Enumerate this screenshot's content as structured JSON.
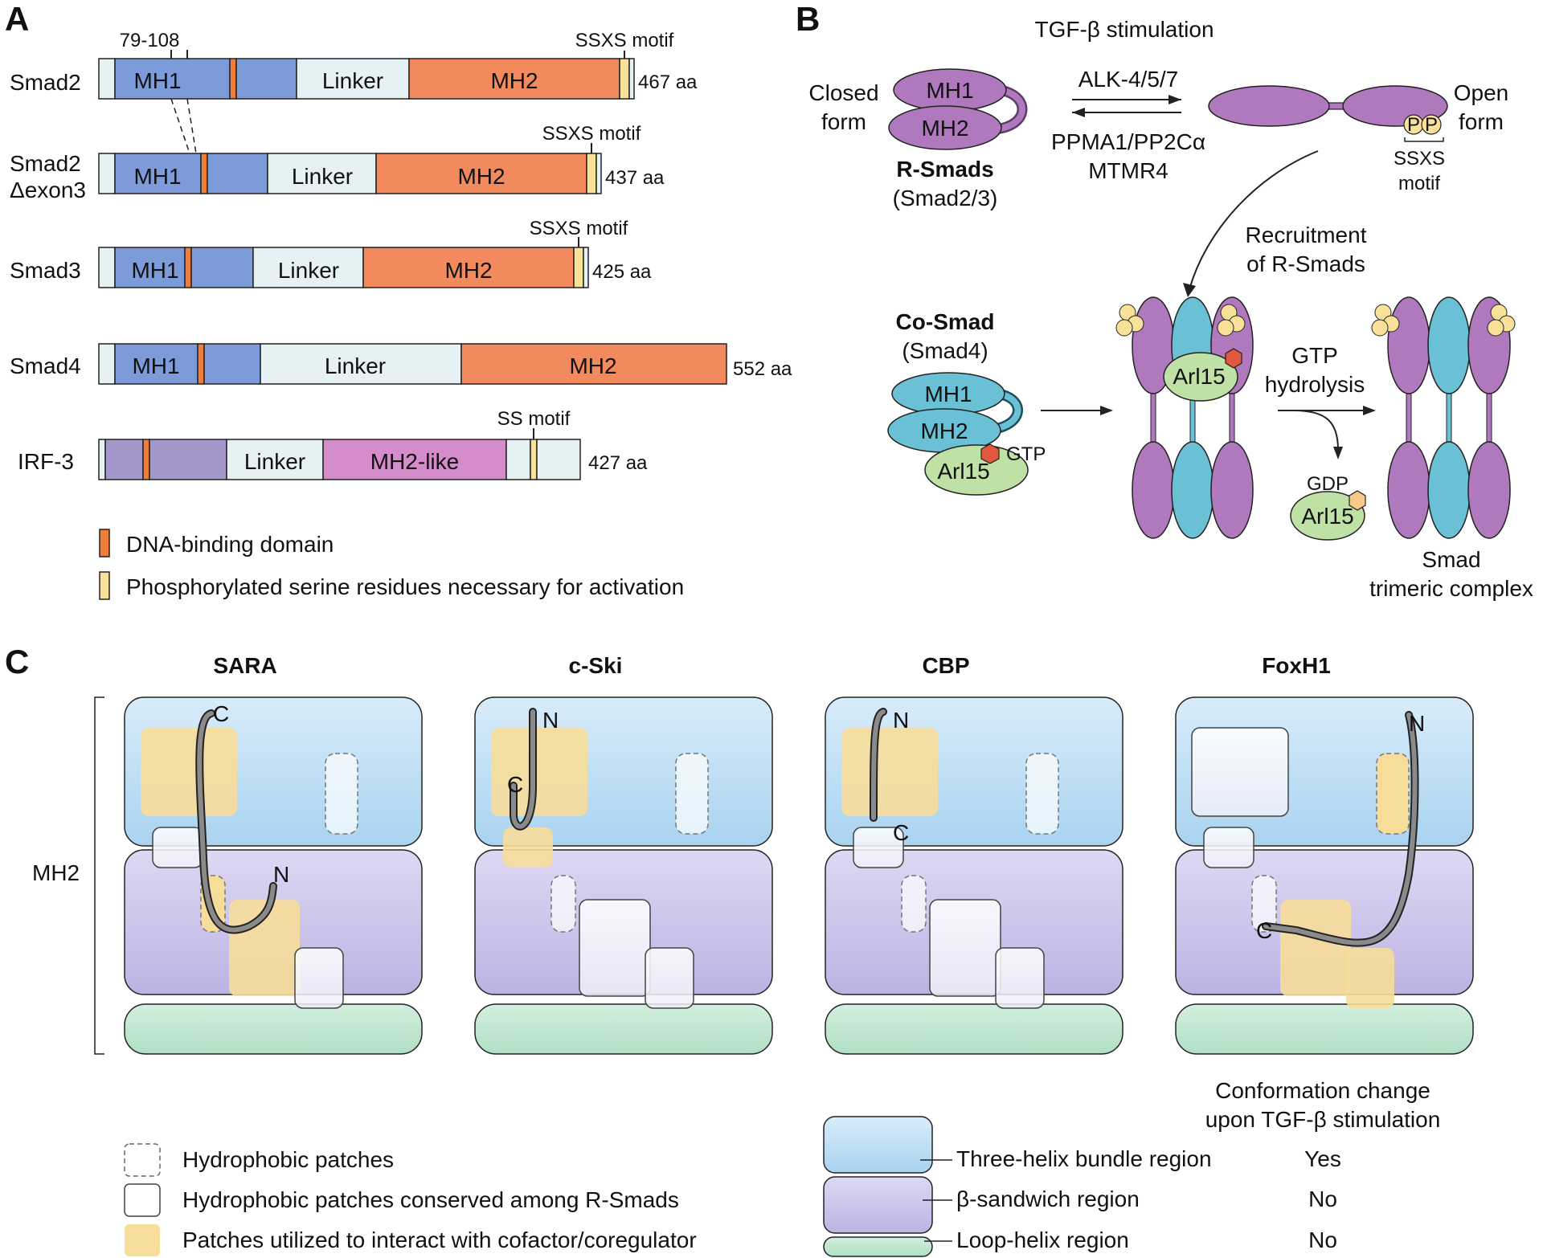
{
  "panels": {
    "a": "A",
    "b": "B",
    "c": "C"
  },
  "colors": {
    "mh1": "#7d9bd8",
    "linker": "#e6f1f4",
    "mh2": "#f28a5e",
    "dna": "#ef7d37",
    "serine": "#f9e19a",
    "irf_domain": "#a396cb",
    "mh2_like": "#d48ccb",
    "r_smad": "#b079bd",
    "co_smad": "#6ac1d5",
    "arl15": "#bfe1a6",
    "gtp": "#e2583f",
    "bundle": "#bfe0f6",
    "sandwich": "#cdc6eb",
    "loop": "#bfe5cf",
    "patch": "#f7dd9a"
  },
  "panel_a": {
    "proteins": [
      {
        "name": "Smad2",
        "length": "467 aa",
        "motif": "SSXS motif",
        "domains": {
          "mh1": "MH1",
          "linker": "Linker",
          "mh2": "MH2"
        }
      },
      {
        "name": "Smad2",
        "name2": "Δexon3",
        "length": "437 aa",
        "motif": "SSXS motif",
        "domains": {
          "mh1": "MH1",
          "linker": "Linker",
          "mh2": "MH2"
        }
      },
      {
        "name": "Smad3",
        "length": "425 aa",
        "motif": "SSXS motif",
        "domains": {
          "mh1": "MH1",
          "linker": "Linker",
          "mh2": "MH2"
        }
      },
      {
        "name": "Smad4",
        "length": "552 aa",
        "domains": {
          "mh1": "MH1",
          "linker": "Linker",
          "mh2": "MH2"
        }
      },
      {
        "name": "IRF-3",
        "length": "427 aa",
        "motif": "SS motif",
        "domains": {
          "linker": "Linker",
          "mh2": "MH2-like"
        }
      }
    ],
    "exon_range": "79-108",
    "legend": [
      {
        "label": "DNA-binding domain",
        "color_key": "dna"
      },
      {
        "label": "Phosphorylated serine residues necessary for activation",
        "color_key": "serine"
      }
    ]
  },
  "panel_b": {
    "stimulation": "TGF-β stimulation",
    "forward": "ALK-4/5/7",
    "reverse1": "PPMA1/PP2Cα",
    "reverse2": "MTMR4",
    "closed_form": [
      "Closed",
      "form"
    ],
    "open_form": [
      "Open",
      "form"
    ],
    "r_smads": "R-Smads",
    "r_smads_sub": "(Smad2/3)",
    "ssxs": [
      "SSXS",
      "motif"
    ],
    "pp": "P",
    "recruitment": [
      "Recruitment",
      "of R-Smads"
    ],
    "co_smad": "Co-Smad",
    "co_smad_sub": "(Smad4)",
    "mh1": "MH1",
    "mh2": "MH2",
    "arl15": "Arl15",
    "gtp": "GTP",
    "gtp_hydrolysis": [
      "GTP",
      "hydrolysis"
    ],
    "gdp": "GDP",
    "complex": [
      "Smad",
      "trimeric complex"
    ]
  },
  "panel_c": {
    "mh2_label": "MH2",
    "columns": [
      {
        "title": "SARA",
        "n": "N",
        "c": "C"
      },
      {
        "title": "c-Ski",
        "n": "N",
        "c": "C"
      },
      {
        "title": "CBP",
        "n": "N",
        "c": "C"
      },
      {
        "title": "FoxH1",
        "n": "N",
        "c": "C"
      }
    ],
    "legend_left": [
      "Hydrophobic patches",
      "Hydrophobic patches conserved among R-Smads",
      "Patches utilized to interact with cofactor/coregulator"
    ],
    "legend_right_header": [
      "Conformation change",
      "upon TGF-β stimulation"
    ],
    "regions": [
      {
        "label": "Three-helix bundle region",
        "change": "Yes"
      },
      {
        "label": "β-sandwich region",
        "change": "No"
      },
      {
        "label": "Loop-helix region",
        "change": "No"
      }
    ]
  }
}
